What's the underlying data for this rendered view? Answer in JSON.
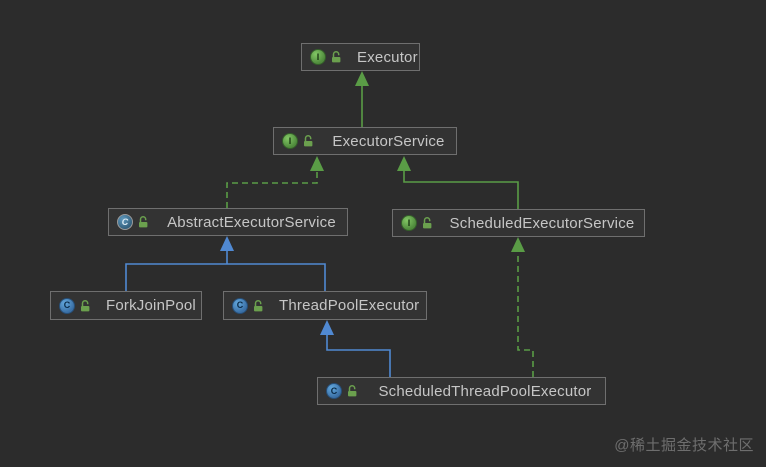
{
  "diagram": {
    "nodes": [
      {
        "id": "executor",
        "label": "Executor",
        "kind": "interface",
        "icon_letter": "I"
      },
      {
        "id": "executor-service",
        "label": "ExecutorService",
        "kind": "interface",
        "icon_letter": "I"
      },
      {
        "id": "abstract-executor-service",
        "label": "AbstractExecutorService",
        "kind": "abstract-class",
        "icon_letter": "C"
      },
      {
        "id": "scheduled-executor-service",
        "label": "ScheduledExecutorService",
        "kind": "interface",
        "icon_letter": "I"
      },
      {
        "id": "fork-join-pool",
        "label": "ForkJoinPool",
        "kind": "class",
        "icon_letter": "C"
      },
      {
        "id": "thread-pool-executor",
        "label": "ThreadPoolExecutor",
        "kind": "class",
        "icon_letter": "C"
      },
      {
        "id": "scheduled-thread-pool-executor",
        "label": "ScheduledThreadPoolExecutor",
        "kind": "class",
        "icon_letter": "C"
      }
    ],
    "edges": [
      {
        "from": "ExecutorService",
        "to": "Executor",
        "relation": "extends",
        "style": "solid-green"
      },
      {
        "from": "AbstractExecutorService",
        "to": "ExecutorService",
        "relation": "implements",
        "style": "dashed-green"
      },
      {
        "from": "ScheduledExecutorService",
        "to": "ExecutorService",
        "relation": "extends",
        "style": "solid-green"
      },
      {
        "from": "ForkJoinPool",
        "to": "AbstractExecutorService",
        "relation": "extends",
        "style": "solid-blue"
      },
      {
        "from": "ThreadPoolExecutor",
        "to": "AbstractExecutorService",
        "relation": "extends",
        "style": "solid-blue"
      },
      {
        "from": "ScheduledThreadPoolExecutor",
        "to": "ThreadPoolExecutor",
        "relation": "extends",
        "style": "solid-blue"
      },
      {
        "from": "ScheduledThreadPoolExecutor",
        "to": "ScheduledExecutorService",
        "relation": "implements",
        "style": "dashed-green"
      }
    ],
    "colors": {
      "background": "#2c2c2c",
      "node_fill": "#333333",
      "node_border": "#6f6f6f",
      "label_text": "#c6c6c6",
      "extends_implements_green": "#5a9c46",
      "class_extends_blue": "#5089d2",
      "interface_icon_green": "#5f9e4a",
      "class_icon_blue": "#4a90ce",
      "lock_icon_green": "#6ba04e",
      "watermark_text": "#6e6e6e"
    }
  },
  "watermark": {
    "text": "@稀土掘金技术社区"
  }
}
